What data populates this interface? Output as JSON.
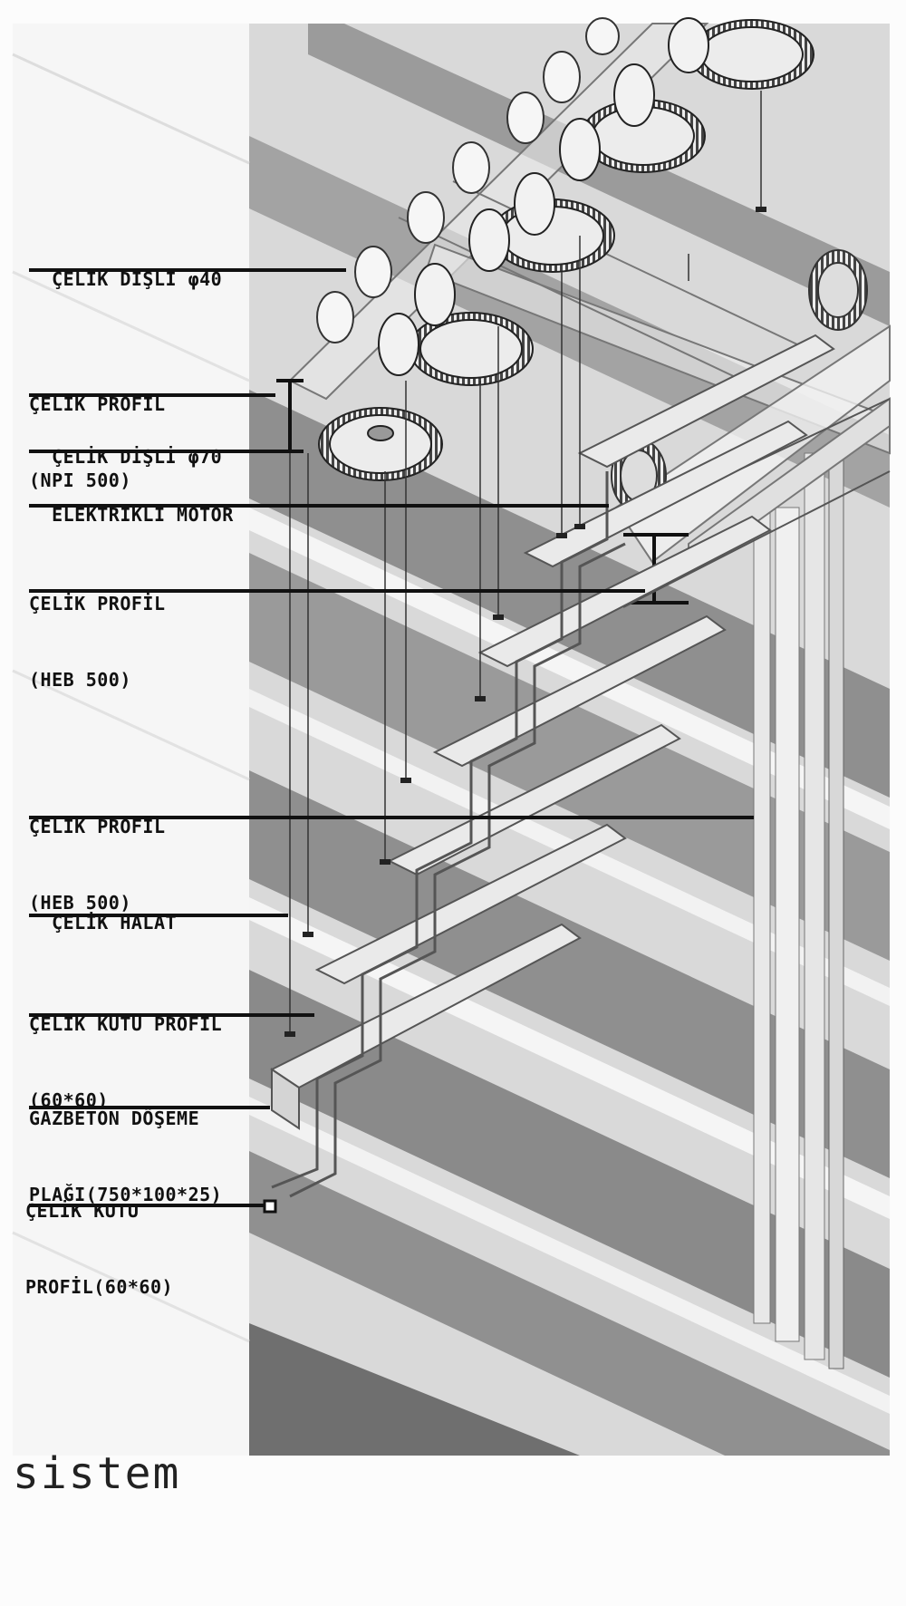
{
  "labels": [
    {
      "id": "gear40",
      "lines": [
        "ÇELİK DİŞLİ φ40"
      ]
    },
    {
      "id": "npi500",
      "lines": [
        "ÇELİK PROFİL",
        "(NPI 500)"
      ]
    },
    {
      "id": "gear70",
      "lines": [
        "ÇELİK DİŞLİ φ70"
      ]
    },
    {
      "id": "motor",
      "lines": [
        "ELEKTRİKLİ MOTOR"
      ]
    },
    {
      "id": "heb500a",
      "lines": [
        "ÇELİK PROFİL",
        "(HEB 500)"
      ]
    },
    {
      "id": "heb500b",
      "lines": [
        "ÇELİK PROFİL",
        "(HEB 500)"
      ]
    },
    {
      "id": "cable",
      "lines": [
        "ÇELİK HALAT"
      ]
    },
    {
      "id": "box1",
      "lines": [
        "ÇELİK KUTU PROFİL",
        "(60*60)"
      ]
    },
    {
      "id": "slab",
      "lines": [
        "GAZBETON DÖŞEME",
        "PLAĞI(750*100*25)"
      ]
    },
    {
      "id": "box2",
      "lines": [
        "ÇELİK KUTU",
        "PROFİL(60*60)"
      ]
    }
  ],
  "caption": "sistem"
}
